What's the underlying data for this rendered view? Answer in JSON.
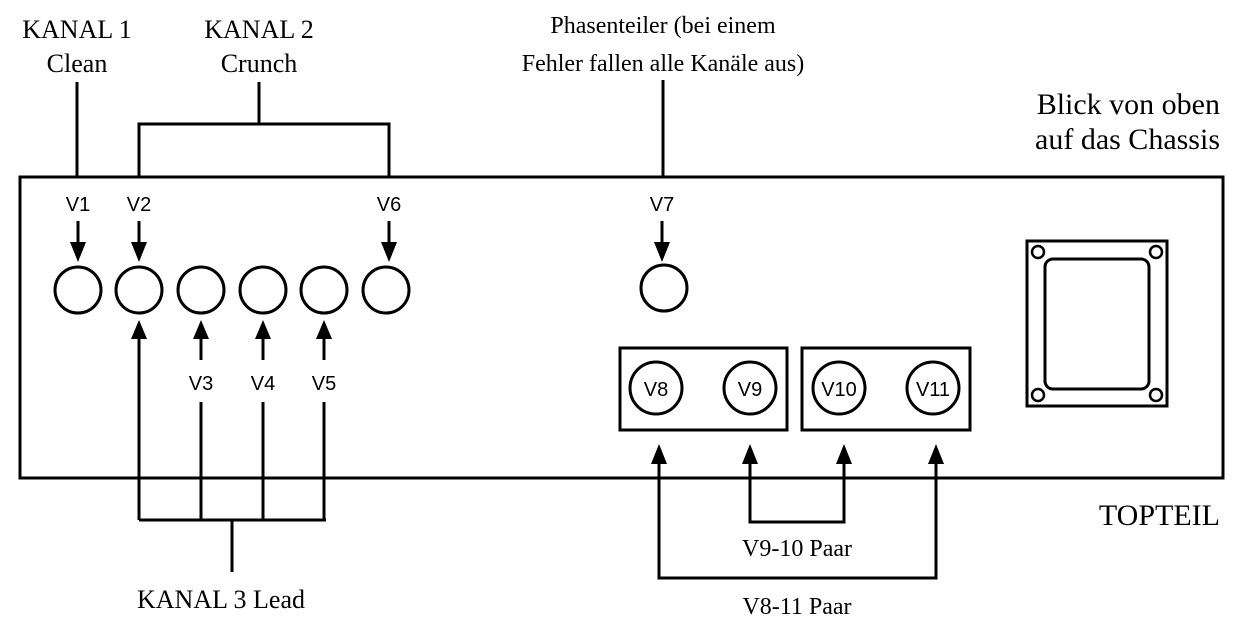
{
  "labels": {
    "kanal1_line1": "KANAL 1",
    "kanal1_line2": "Clean",
    "kanal2_line1": "KANAL 2",
    "kanal2_line2": "Crunch",
    "phase_line1": "Phasenteiler (bei einem",
    "phase_line2": "Fehler fallen alle Kanäle aus)",
    "view_line1": "Blick von oben",
    "view_line2": "auf das Chassis",
    "topteil": "TOPTEIL",
    "kanal3": "KANAL 3 Lead",
    "pair_v9_10": "V9-10 Paar",
    "pair_v8_11": "V8-11 Paar"
  },
  "tubes": {
    "v1": "V1",
    "v2": "V2",
    "v3": "V3",
    "v4": "V4",
    "v5": "V5",
    "v6": "V6",
    "v7": "V7",
    "v8": "V8",
    "v9": "V9",
    "v10": "V10",
    "v11": "V11"
  }
}
